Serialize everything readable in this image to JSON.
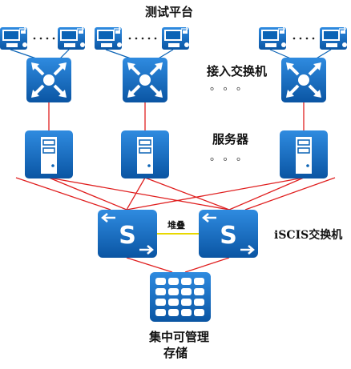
{
  "labels": {
    "test_platform": "测试平台",
    "access_switch": "接入交换机",
    "server": "服务器",
    "iscsi_switch": "iSCIS交换机",
    "stack": "堆叠",
    "storage_line1": "集中可管理",
    "storage_line2": "存储",
    "ellipsis_access": "。。。",
    "ellipsis_server": "。。。"
  },
  "colors": {
    "device_blue": "#0b63b5",
    "device_light": "#2a86d8",
    "link_red": "#e02020",
    "stack_link": "#e8d800"
  },
  "icons": [
    "workstation-icon",
    "access-switch-icon",
    "server-icon",
    "iscsi-switch-icon",
    "storage-array-icon"
  ]
}
